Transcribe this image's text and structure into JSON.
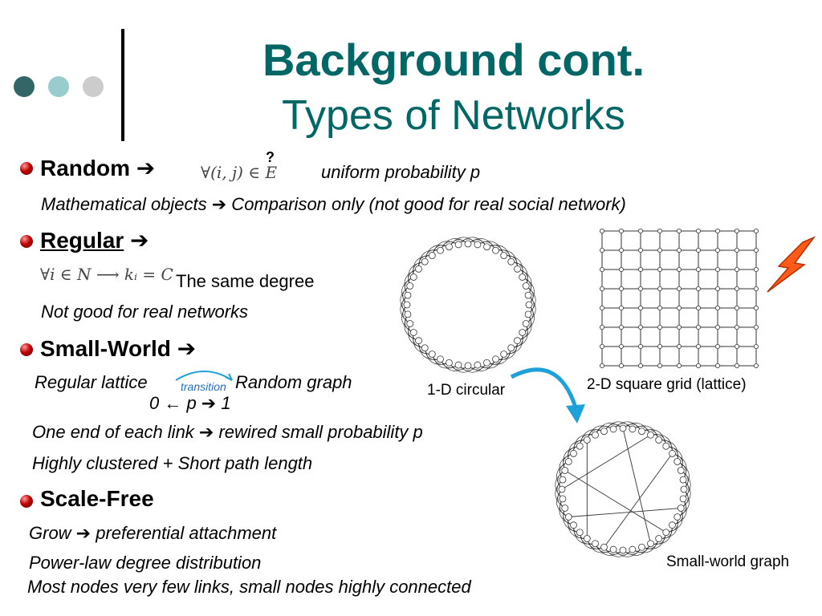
{
  "slide": {
    "title": "Background cont.",
    "subtitle": "Types of Networks",
    "colors": {
      "title": "#006666",
      "dot1": "#336666",
      "dot2": "#99cccc",
      "dot3": "#cccccc",
      "bullet": "#c00000",
      "arrow_blue": "#1ea0d8"
    }
  },
  "random": {
    "heading": "Random",
    "arrow": "➔",
    "formula": "∀(i, j) ∈ E",
    "question": "?",
    "note": "uniform probability p",
    "detail": "Mathematical objects ➔ Comparison only (not good for real social network)"
  },
  "regular": {
    "heading": "Regular",
    "arrow": "➔",
    "formula": "∀i ∈ N ⟶ kᵢ = C",
    "note": "The same degree",
    "detail": "Not good for real networks"
  },
  "small_world": {
    "heading": "Small-World",
    "arrow": "➔",
    "left": "Regular lattice",
    "transition": "transition",
    "right": "Random graph",
    "range": "0 ← p ➔ 1",
    "line1": "One end of each link ➔ rewired small probability p",
    "line2": "Highly clustered + Short path length"
  },
  "scale_free": {
    "heading": "Scale-Free",
    "line1": "Grow ➔ preferential attachment",
    "line2": "Power-law degree distribution",
    "line3": "Most nodes very few links, small nodes highly connected"
  },
  "figures": {
    "circular_caption": "1-D circular",
    "grid_caption": "2-D square grid (lattice)",
    "smallworld_caption": "Small-world graph"
  }
}
